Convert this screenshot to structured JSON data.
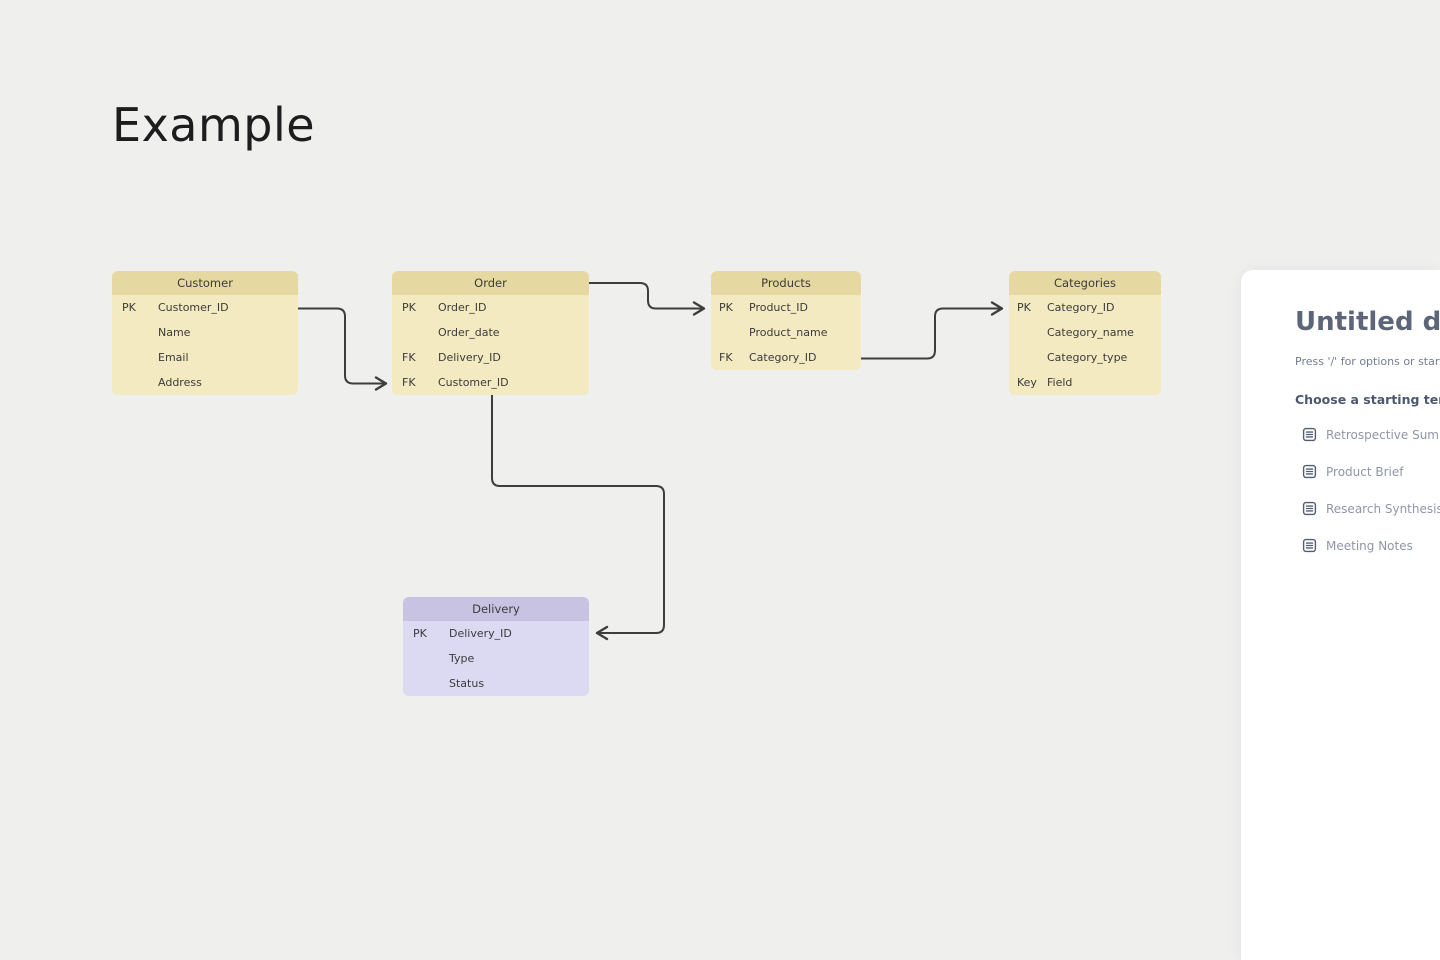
{
  "board": {
    "title": "Example",
    "background_color": "#efefee",
    "connector_color": "#3e3e3e"
  },
  "diagram": {
    "colors": {
      "tan_header": "#e5d9a1",
      "tan_body": "#f3eac1",
      "purple_header": "#c8c3e2",
      "purple_body": "#dcd9f2"
    },
    "entities": [
      {
        "name": "Customer",
        "theme": "tan",
        "rows": [
          {
            "key": "PK",
            "field": "Customer_ID"
          },
          {
            "key": "",
            "field": "Name"
          },
          {
            "key": "",
            "field": "Email"
          },
          {
            "key": "",
            "field": "Address"
          }
        ]
      },
      {
        "name": "Order",
        "theme": "tan",
        "rows": [
          {
            "key": "PK",
            "field": "Order_ID"
          },
          {
            "key": "",
            "field": "Order_date"
          },
          {
            "key": "FK",
            "field": "Delivery_ID"
          },
          {
            "key": "FK",
            "field": "Customer_ID"
          }
        ]
      },
      {
        "name": "Products",
        "theme": "tan",
        "rows": [
          {
            "key": "PK",
            "field": "Product_ID"
          },
          {
            "key": "",
            "field": "Product_name"
          },
          {
            "key": "FK",
            "field": "Category_ID"
          }
        ]
      },
      {
        "name": "Categories",
        "theme": "tan",
        "rows": [
          {
            "key": "PK",
            "field": "Category_ID"
          },
          {
            "key": "",
            "field": "Category_name"
          },
          {
            "key": "",
            "field": "Category_type"
          },
          {
            "key": "Key",
            "field": "Field"
          }
        ]
      },
      {
        "name": "Delivery",
        "theme": "purple",
        "rows": [
          {
            "key": "PK",
            "field": "Delivery_ID"
          },
          {
            "key": "",
            "field": "Type"
          },
          {
            "key": "",
            "field": "Status"
          }
        ]
      }
    ],
    "relationships": [
      {
        "from": "Customer.Customer_ID",
        "to": "Order.Customer_ID"
      },
      {
        "from": "Order",
        "to": "Products.Product_ID"
      },
      {
        "from": "Products.Category_ID",
        "to": "Categories.Category_ID"
      },
      {
        "from": "Order.Delivery_ID",
        "to": "Delivery.Delivery_ID"
      }
    ]
  },
  "panel": {
    "title": "Untitled doc",
    "placeholder": "Press '/' for options or start w",
    "section_heading": "Choose a starting templa",
    "templates": [
      "Retrospective Summar",
      "Product Brief",
      "Research Synthesis",
      "Meeting Notes"
    ]
  }
}
